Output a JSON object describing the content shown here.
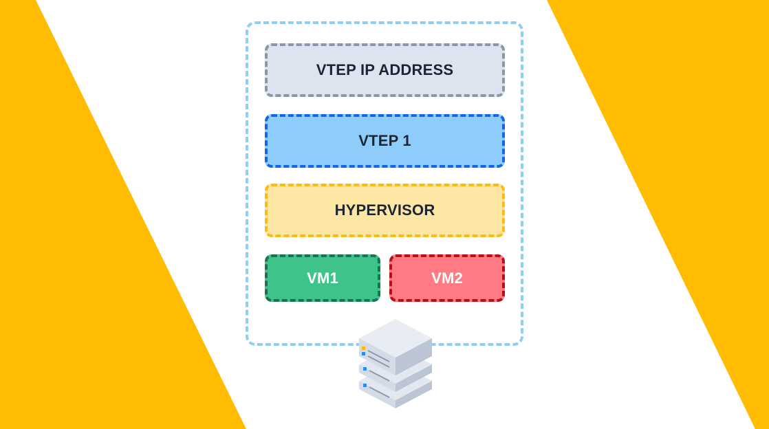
{
  "colors": {
    "background": "#ffffff",
    "accent_stripes": "#ffbc00",
    "container_border": "#90cdf4",
    "vtep_ip_fill": "#dde3ef",
    "vtep_ip_border": "#8c96aa",
    "vtep1_fill": "#8ecdfa",
    "vtep1_border": "#1565e8",
    "hypervisor_fill": "#fde6a3",
    "hypervisor_border": "#fbbc12",
    "vm1_fill": "#3ec48a",
    "vm1_border": "#206f4d",
    "vm2_fill": "#ff7a82",
    "vm2_border": "#b70f1b"
  },
  "layers": {
    "vtep_ip_address": "VTEP IP ADDRESS",
    "vtep1": "VTEP 1",
    "hypervisor": "HYPERVISOR",
    "vm1": "VM1",
    "vm2": "VM2"
  },
  "icons": {
    "server": "server-stack-icon"
  }
}
